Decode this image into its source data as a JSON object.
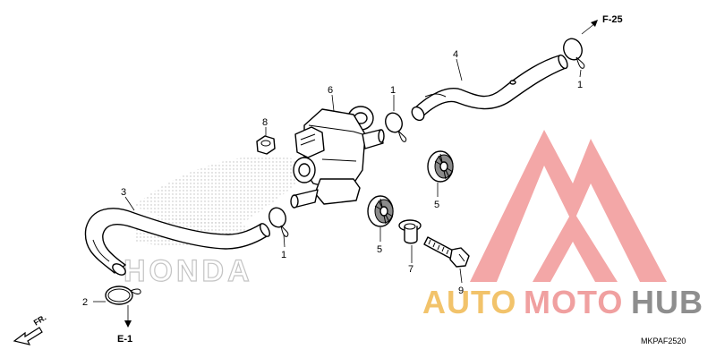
{
  "diagram": {
    "parts": [
      {
        "ref": "1"
      },
      {
        "ref": "1"
      },
      {
        "ref": "1"
      },
      {
        "ref": "2"
      },
      {
        "ref": "3"
      },
      {
        "ref": "4"
      },
      {
        "ref": "5"
      },
      {
        "ref": "5"
      },
      {
        "ref": "6"
      },
      {
        "ref": "7"
      },
      {
        "ref": "8"
      },
      {
        "ref": "9"
      }
    ],
    "references": {
      "top_right": "F-25",
      "bottom_left": "E-1"
    },
    "front_indicator": "FR.",
    "diagram_code": "MKPAF2520"
  },
  "watermark": {
    "brand": "HONDA",
    "part1": "AUTO",
    "part2": "MOTO",
    "part3": "HUB",
    "colors": {
      "auto": "#f2c36b",
      "moto": "#f0a0a0",
      "hub": "#8e8e8e",
      "logo": "#ef8a8a"
    }
  }
}
